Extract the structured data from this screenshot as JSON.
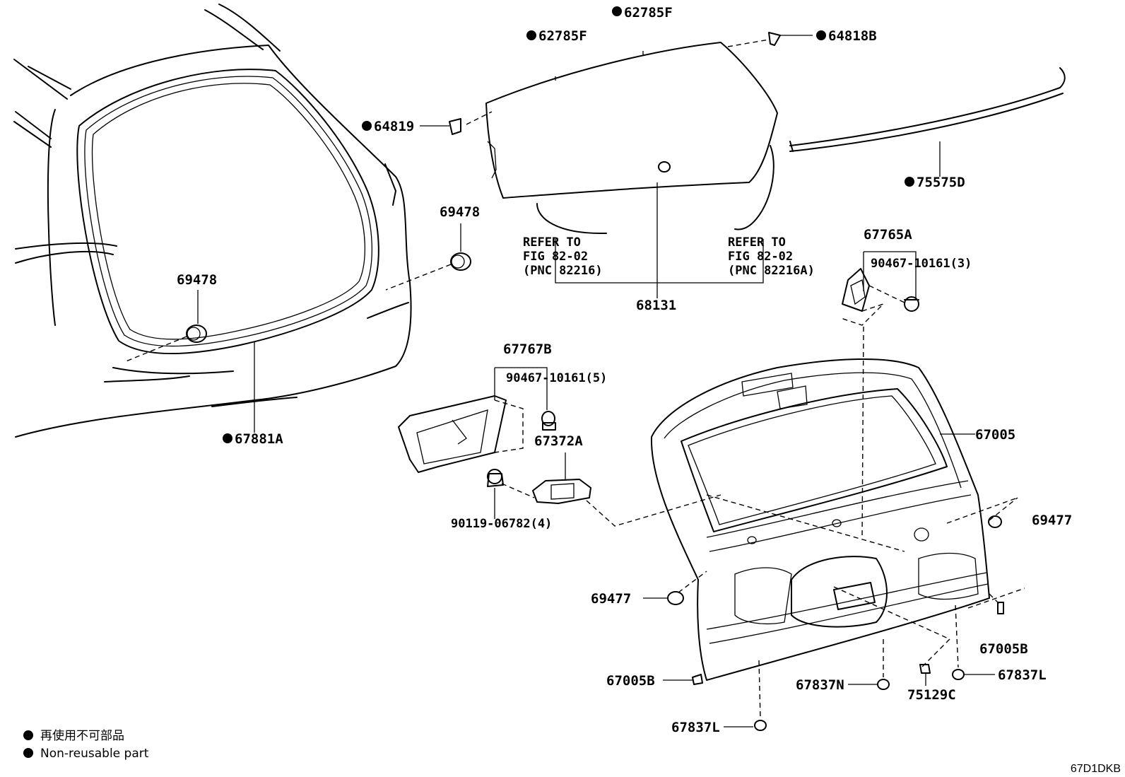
{
  "callouts": {
    "c62785F_top": "62785F",
    "c62785F_left": "62785F",
    "c64818B": "64818B",
    "c64819": "64819",
    "c75575D": "75575D",
    "c69478_right": "69478",
    "c69478_left": "69478",
    "c67881A": "67881A",
    "c68131": "68131",
    "c67765A": "67765A",
    "c90467_3": "90467-10161(3)",
    "c67767B": "67767B",
    "c90467_5": "90467-10161(5)",
    "c67372A": "67372A",
    "c90119": "90119-06782(4)",
    "c67005": "67005",
    "c69477_right": "69477",
    "c69477_left": "69477",
    "c67005B_right": "67005B",
    "c67005B_left": "67005B",
    "c67837L_right": "67837L",
    "c67837L_bottom": "67837L",
    "c67837N": "67837N",
    "c75129C": "75129C"
  },
  "refer_left": {
    "line1": "REFER TO",
    "line2": "FIG 82-02",
    "line3": "(PNC 82216)"
  },
  "refer_right": {
    "line1": "REFER TO",
    "line2": "FIG 82-02",
    "line3": "(PNC 82216A)"
  },
  "legend": {
    "jp": "再使用不可部品",
    "en": "Non-reusable part"
  },
  "figure_code": "67D1DKB"
}
